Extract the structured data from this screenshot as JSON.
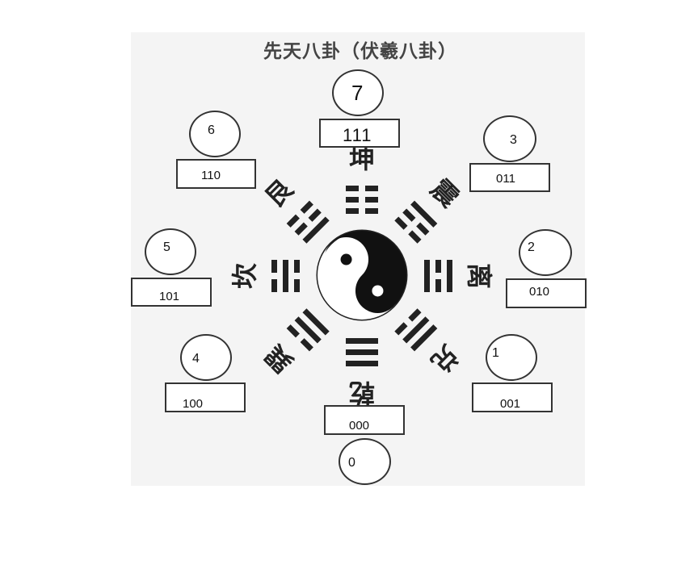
{
  "title": "先天八卦（伏羲八卦）",
  "colors": {
    "ink": "#222222",
    "panel": "#f4f4f4"
  },
  "trigrams": [
    {
      "key": "qian",
      "name": "乾",
      "number": "7",
      "binary": "111"
    },
    {
      "key": "dui",
      "name": "兑",
      "number": "6",
      "binary": "110"
    },
    {
      "key": "li",
      "name": "离",
      "number": "5",
      "binary": "101"
    },
    {
      "key": "zhen",
      "name": "震",
      "number": "4",
      "binary": "100"
    },
    {
      "key": "kun",
      "name": "坤",
      "number": "0",
      "binary": "000"
    },
    {
      "key": "gen",
      "name": "艮",
      "number": "1",
      "binary": "001"
    },
    {
      "key": "kan",
      "name": "坎",
      "number": "2",
      "binary": "010"
    },
    {
      "key": "xun",
      "name": "巽",
      "number": "3",
      "binary": "011"
    }
  ]
}
